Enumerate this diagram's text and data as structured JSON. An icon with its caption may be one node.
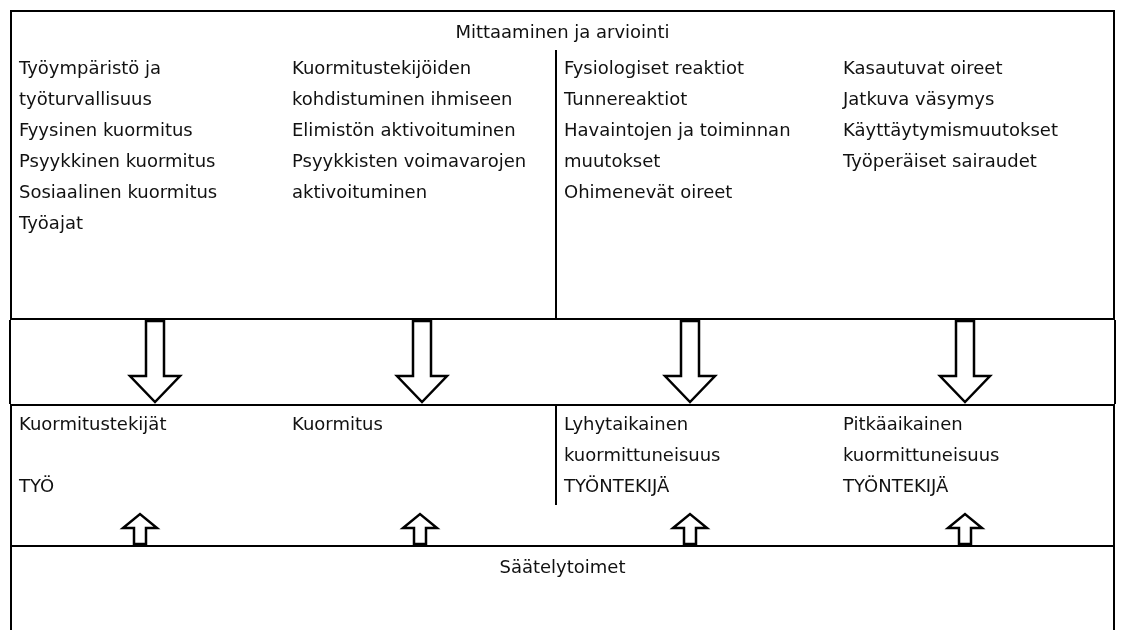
{
  "diagram": {
    "nodes": [
      {
        "text": [
          "Mittaaminen ja arviointi"
        ]
      },
      {
        "text": [
          "Työympäristö ja työturvallisuus",
          "Fyysinen kuormitus",
          "Psyykkinen kuormitus",
          "Sosiaalinen kuormitus",
          "Työajat"
        ],
        "in": 0
      },
      {
        "text": [
          "Kuormitustekijöiden kohdistuminen ihmiseen",
          "Elimistön aktivoituminen",
          "Psyykkisten voimavarojen aktivoituminen"
        ],
        "in": 0
      },
      {
        "text": [
          "Fysiologiset reaktiot",
          "Tunnereaktiot",
          "Havaintojen ja toiminnan muutokset",
          "Ohimenevät oireet"
        ],
        "in": 0
      },
      {
        "text": [
          "Kasautuvat oireet",
          "Jatkuva väsymys",
          "Käyttäytymismuutokset",
          "Työperäiset sairaudet"
        ],
        "in": 0
      },
      {
        "text": [
          "Kuormitustekijät",
          "TYÖ"
        ]
      },
      {
        "text": [
          "Kuormitus"
        ]
      },
      {
        "text": [
          "Lyhytaikainen kuormittuneisuus",
          "TYÖNTEKIJÄ"
        ]
      },
      {
        "text": [
          "Pitkäaikainen kuormittuneisuus",
          "TYÖNTEKIJÄ"
        ]
      },
      {
        "text": [
          "Säätelytoimet"
        ]
      }
    ],
    "edges": [
      {
        "from": 1,
        "to": 5,
        "arrow": "to"
      },
      {
        "from": 2,
        "to": 6,
        "arrow": "to"
      },
      {
        "from": 3,
        "to": 7,
        "arrow": "to"
      },
      {
        "from": 4,
        "to": 8,
        "arrow": "to"
      },
      {
        "from": 9,
        "to": 5,
        "arrow": "to"
      },
      {
        "from": 9,
        "to": 6,
        "arrow": "to"
      },
      {
        "from": 9,
        "to": 7,
        "arrow": "to"
      },
      {
        "from": 9,
        "to": 8,
        "arrow": "to"
      }
    ]
  }
}
